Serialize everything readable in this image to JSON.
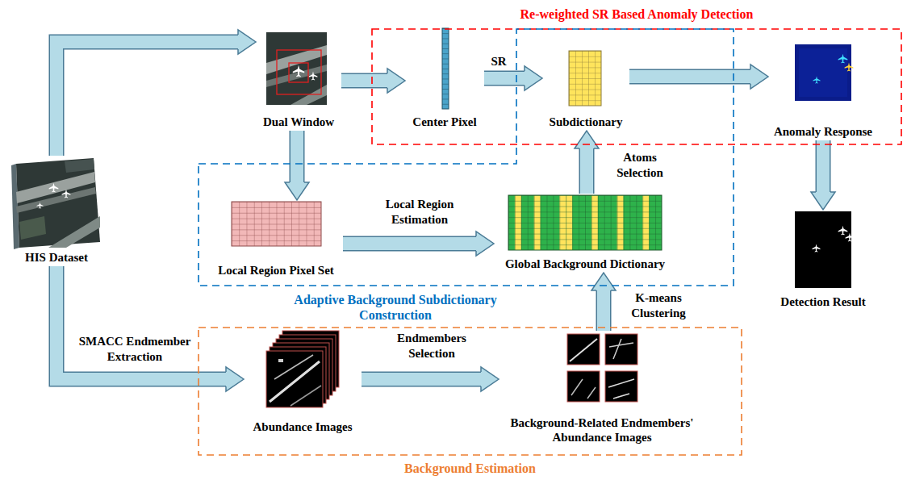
{
  "diagram": {
    "nodes": [
      {
        "text": [
          "HIS Dataset"
        ]
      },
      {
        "text": [
          "Dual Window"
        ]
      },
      {
        "text": [
          "Re-weighted SR Based Anomaly Detection"
        ]
      },
      {
        "text": [
          "Center Pixel"
        ],
        "in": 2
      },
      {
        "text": [
          "Subdictionary"
        ],
        "in": 2
      },
      {
        "text": [
          "Anomaly Response"
        ],
        "in": 2
      },
      {
        "text": [
          "Detection Result"
        ]
      },
      {
        "text": [
          "Adaptive Background Subdictionary Construction"
        ]
      },
      {
        "text": [
          "Local Region Pixel Set"
        ],
        "in": 7
      },
      {
        "text": [
          "Global Background Dictionary"
        ],
        "in": 7
      },
      {
        "text": [
          "Background Estimation"
        ]
      },
      {
        "text": [
          "Abundance Images"
        ],
        "in": 10
      },
      {
        "text": [
          "Background-Related Endmembers' Abundance Images"
        ],
        "in": 10
      }
    ],
    "edges": [
      {
        "from": 0,
        "to": 1,
        "arrow": "to"
      },
      {
        "from": 1,
        "to": 3,
        "arrow": "to"
      },
      {
        "from": 3,
        "to": 4,
        "label": "SR",
        "arrow": "to"
      },
      {
        "from": 4,
        "to": 5,
        "arrow": "to"
      },
      {
        "from": 5,
        "to": 6,
        "arrow": "to"
      },
      {
        "from": 1,
        "to": 8,
        "arrow": "to"
      },
      {
        "from": 8,
        "to": 9,
        "label": "Local Region Estimation",
        "arrow": "to"
      },
      {
        "from": 9,
        "to": 4,
        "label": "Atoms Selection",
        "arrow": "to"
      },
      {
        "from": 0,
        "to": 11,
        "label": "SMACC Endmember Extraction",
        "arrow": "to"
      },
      {
        "from": 11,
        "to": 12,
        "label": "Endmembers Selection",
        "arrow": "to"
      },
      {
        "from": 12,
        "to": 9,
        "label": "K-means Clustering",
        "arrow": "to"
      }
    ]
  }
}
